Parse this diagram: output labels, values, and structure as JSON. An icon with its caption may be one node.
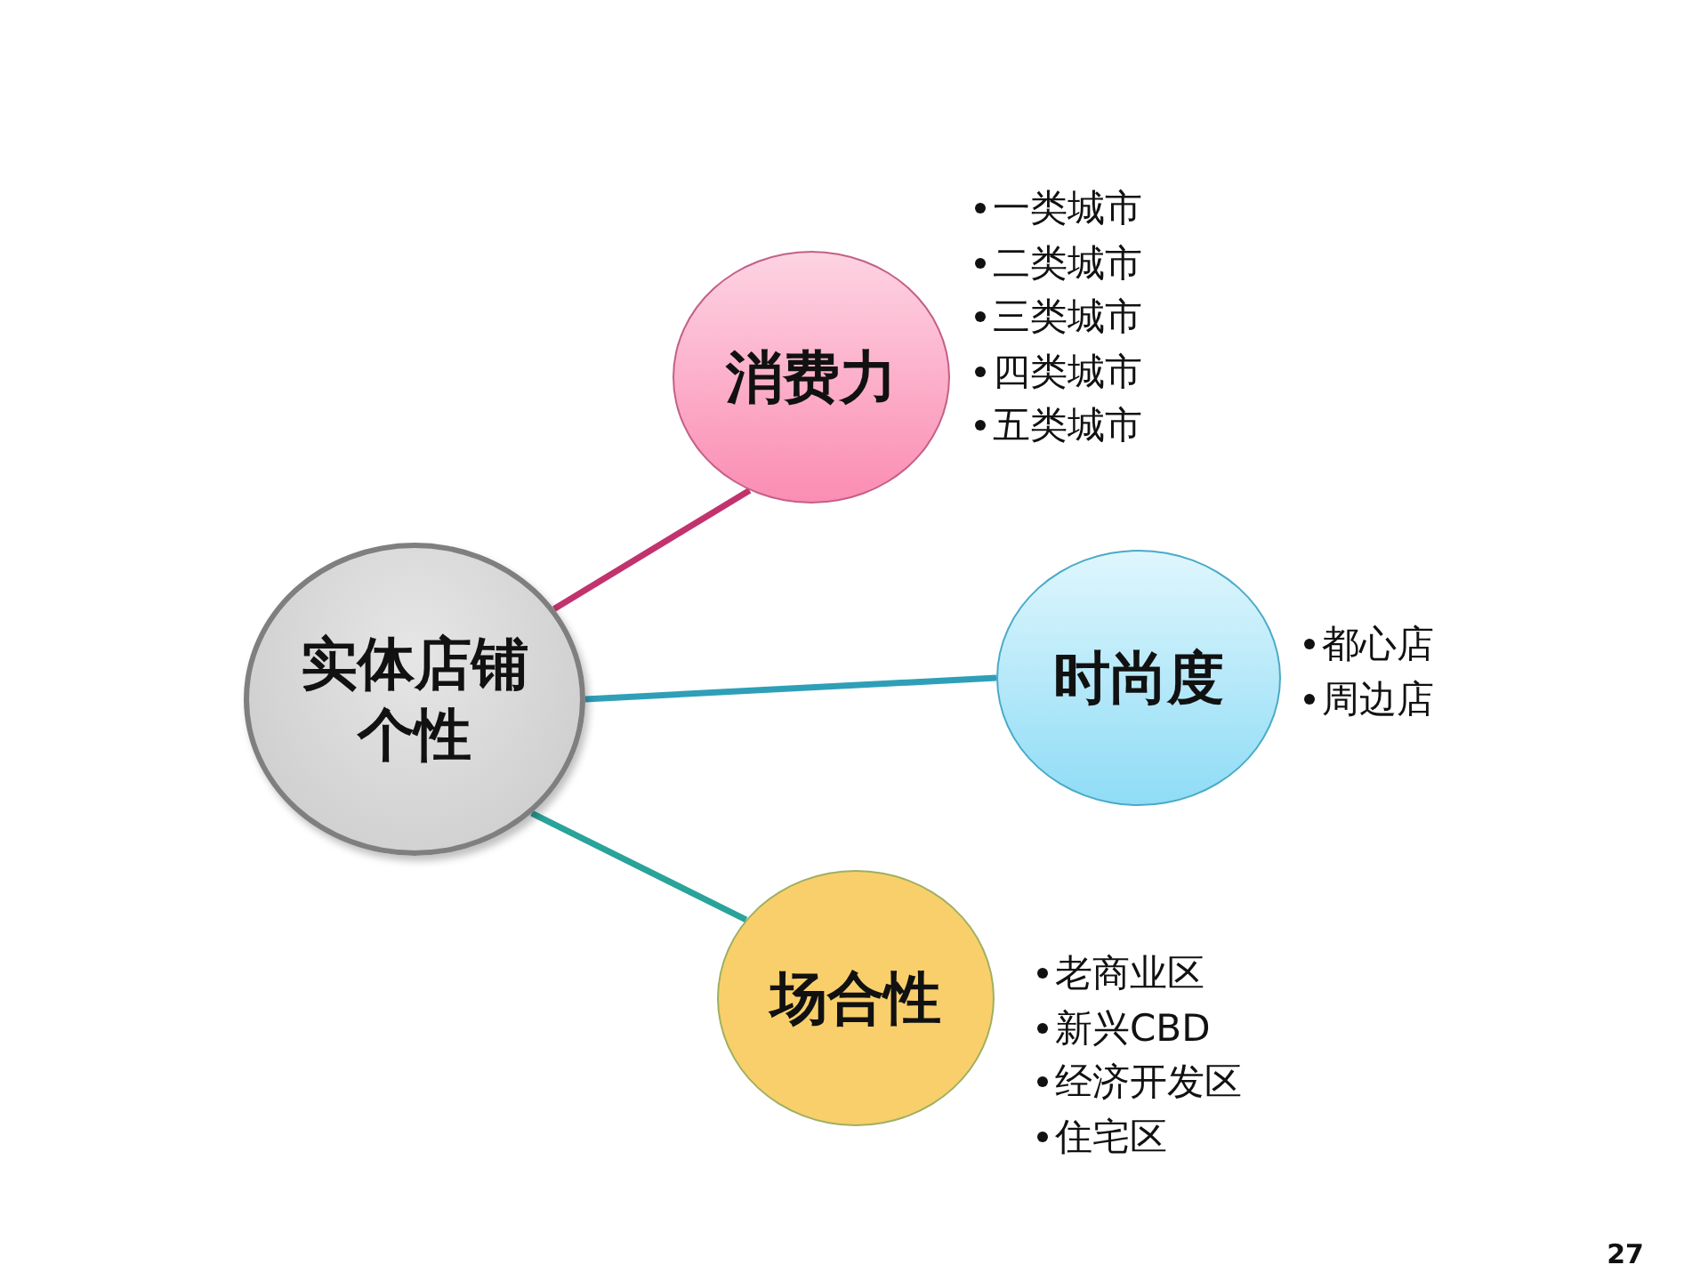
{
  "diagram": {
    "nodes": [
      {
        "text": [
          "实体店铺个性"
        ]
      },
      {
        "text": [
          "消费力"
        ],
        "beside": [
          "一类城市",
          "二类城市",
          "三类城市",
          "四类城市",
          "五类城市"
        ]
      },
      {
        "text": [
          "时尚度"
        ],
        "beside": [
          "都心店",
          "周边店"
        ]
      },
      {
        "text": [
          "场合性"
        ],
        "beside": [
          "老商业区",
          "新兴CBD",
          "经济开发区",
          "住宅区"
        ]
      }
    ],
    "edges": [
      {
        "from": 0,
        "to": 1,
        "arrow": "none",
        "color": "#c2336e"
      },
      {
        "from": 0,
        "to": 2,
        "arrow": "none",
        "color": "#2f9fb8"
      },
      {
        "from": 0,
        "to": 3,
        "arrow": "none",
        "color": "#2aa39a"
      }
    ],
    "labels": [
      "27"
    ]
  }
}
